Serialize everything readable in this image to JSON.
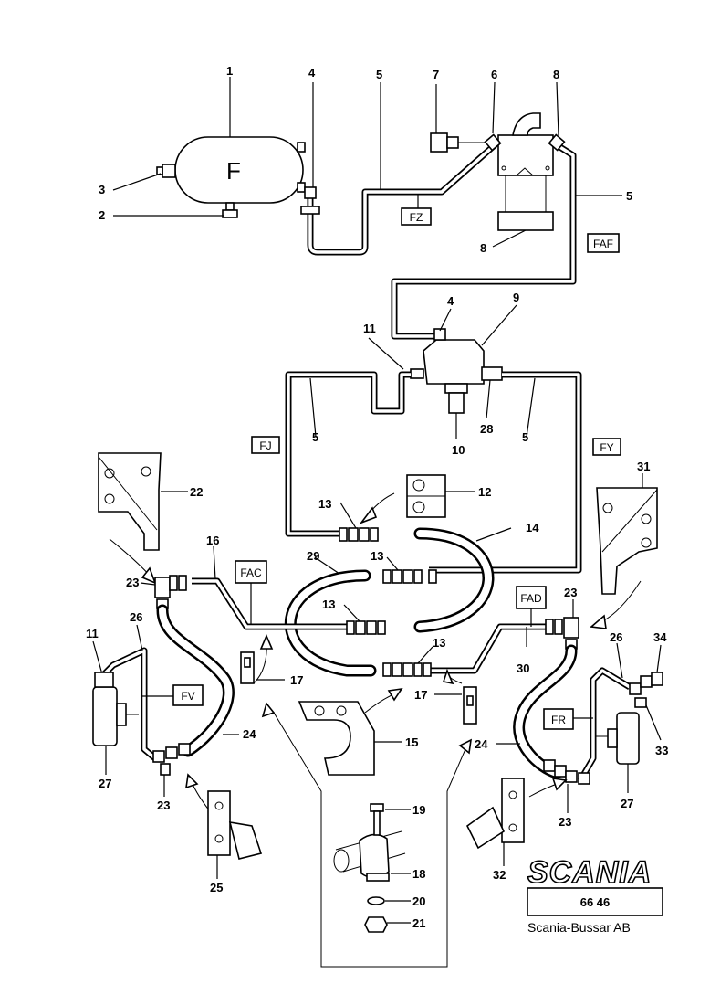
{
  "callouts": [
    "1",
    "2",
    "3",
    "4",
    "5",
    "5",
    "7",
    "6",
    "8",
    "8",
    "5",
    "4",
    "9",
    "11",
    "5",
    "5",
    "10",
    "28",
    "12",
    "13",
    "14",
    "22",
    "31",
    "16",
    "29",
    "13",
    "23",
    "13",
    "23",
    "26",
    "11",
    "34",
    "26",
    "24",
    "17",
    "13",
    "30",
    "17",
    "15",
    "24",
    "27",
    "23",
    "33",
    "27",
    "19",
    "25",
    "18",
    "20",
    "21",
    "23",
    "32"
  ],
  "line_tags": [
    "FZ",
    "FAF",
    "FJ",
    "FY",
    "FAC",
    "FAD",
    "FV",
    "FR"
  ],
  "tank_letter": "F",
  "logo": {
    "brand": "SCANIA",
    "code": "66 46",
    "company": "Scania-Bussar AB"
  }
}
